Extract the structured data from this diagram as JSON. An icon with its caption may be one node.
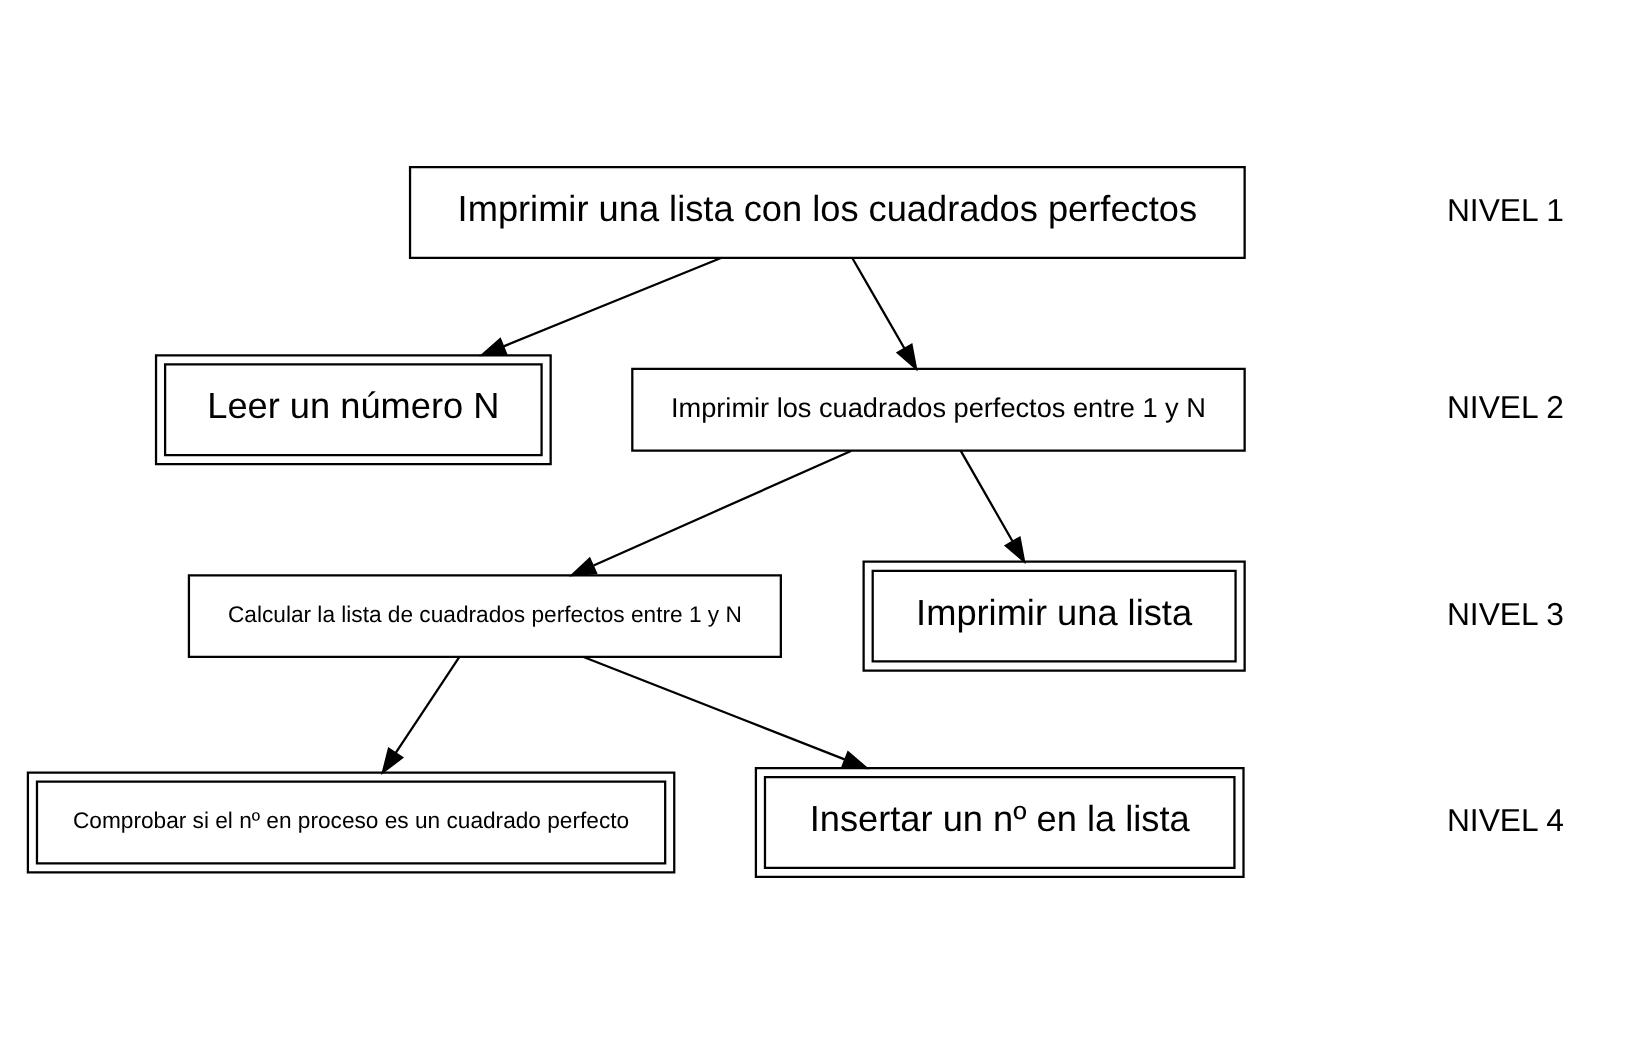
{
  "diagram": {
    "nodes": [
      {
        "text": [
          "Imprimir una lista con los cuadrados perfectos"
        ]
      },
      {
        "text": [
          "Leer un número N"
        ]
      },
      {
        "text": [
          "Imprimir los cuadrados perfectos entre 1 y N"
        ]
      },
      {
        "text": [
          "Calcular la lista de cuadrados perfectos entre 1 y N"
        ]
      },
      {
        "text": [
          "Imprimir una lista"
        ]
      },
      {
        "text": [
          "Comprobar si el nº en proceso es un cuadrado perfecto"
        ]
      },
      {
        "text": [
          "Insertar un nº en la lista"
        ]
      }
    ],
    "edges": [
      {
        "from": 0,
        "to": 1,
        "arrow": "to"
      },
      {
        "from": 0,
        "to": 2,
        "arrow": "to"
      },
      {
        "from": 2,
        "to": 3,
        "arrow": "to"
      },
      {
        "from": 2,
        "to": 4,
        "arrow": "to"
      },
      {
        "from": 3,
        "to": 5,
        "arrow": "to"
      },
      {
        "from": 3,
        "to": 6,
        "arrow": "to"
      }
    ],
    "labels": [
      "NIVEL 1",
      "NIVEL 2",
      "NIVEL 3",
      "NIVEL 4"
    ]
  }
}
